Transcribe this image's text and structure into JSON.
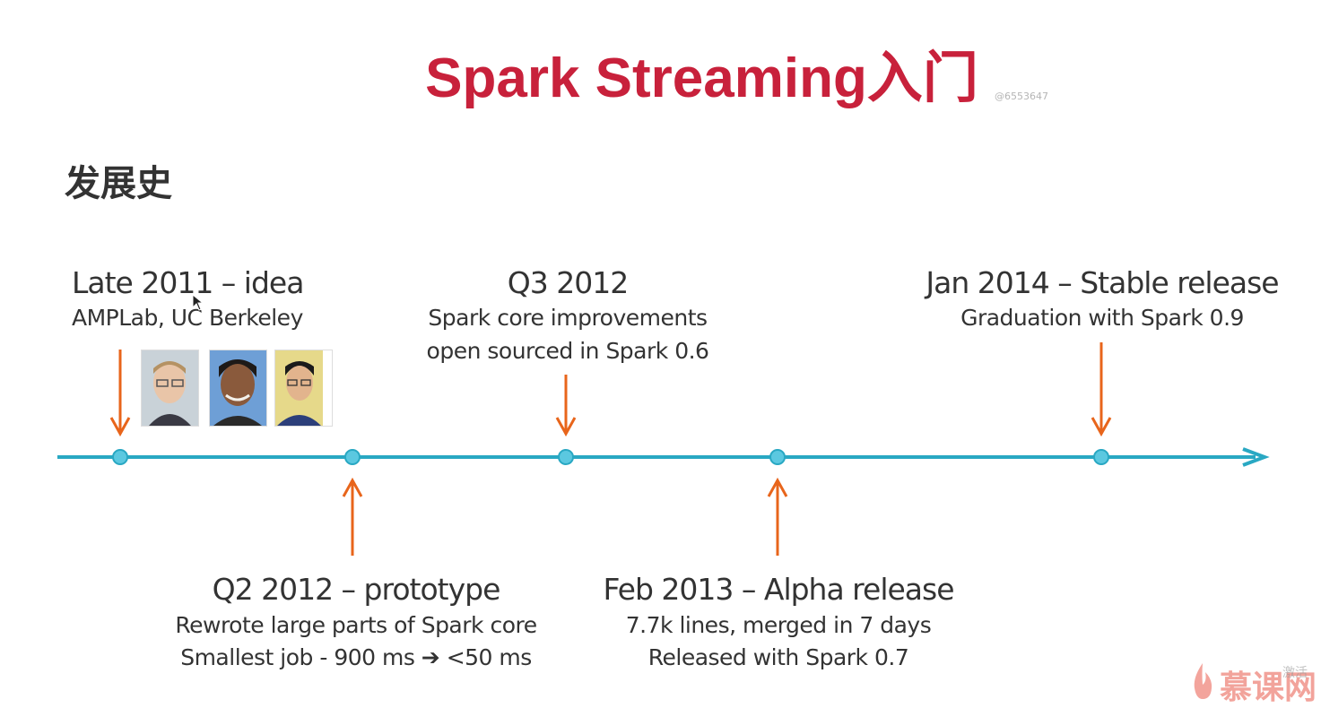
{
  "header": {
    "title": "Spark Streaming入门",
    "watermark": "@6553647",
    "section_title": "发展史"
  },
  "timeline": {
    "line_color": "#29a8c3",
    "arrow_color": "#e8651b",
    "events": [
      {
        "heading": "Late 2011 – idea",
        "lines": [
          "AMPLab, UC Berkeley"
        ]
      },
      {
        "heading": "Q2 2012 – prototype",
        "lines": [
          "Rewrote large parts of Spark core",
          "Smallest job - 900 ms ➔ <50 ms"
        ]
      },
      {
        "heading": "Q3 2012",
        "lines": [
          "Spark core improvements",
          "open sourced in Spark 0.6"
        ]
      },
      {
        "heading": "Feb 2013 – Alpha release",
        "lines": [
          "7.7k lines, merged in 7 days",
          "Released with Spark 0.7"
        ]
      },
      {
        "heading": "Jan 2014 – Stable release",
        "lines": [
          "Graduation with Spark 0.9"
        ]
      }
    ],
    "photos": [
      "person-photo",
      "person-photo",
      "person-photo"
    ]
  },
  "branding": {
    "logo": "慕课网",
    "side_text": "激活"
  },
  "colors": {
    "title": "#c8213b",
    "text": "#333333"
  }
}
